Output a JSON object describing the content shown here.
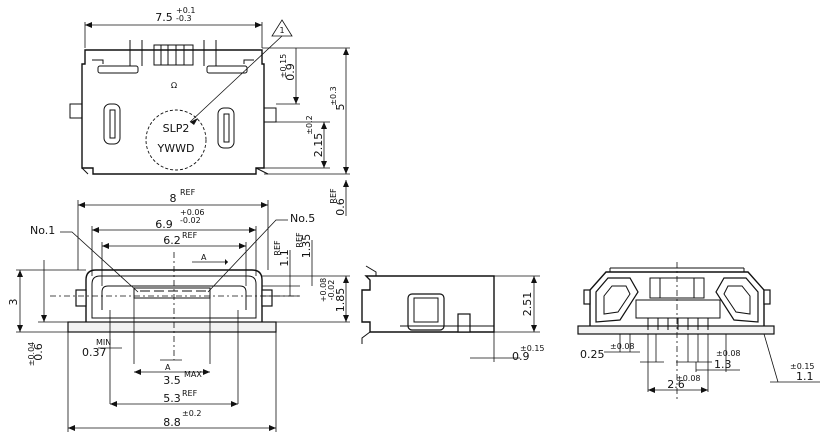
{
  "top_view": {
    "width_dim": "7.5",
    "width_tol_plus": "+0.1",
    "width_tol_minus": "-0.3",
    "note_marker": "1",
    "marking_line1": "SLP2",
    "marking_line2": "YWWD",
    "dim_0_9": "0.9",
    "dim_0_9_tol": "±0.15",
    "dim_5": "5",
    "dim_5_tol": "±0.3",
    "dim_2_15": "2.15",
    "dim_2_15_tol": "±0.2",
    "dim_0_6": "0.6",
    "dim_0_6_ref": "REF"
  },
  "front_view": {
    "dim_8": "8",
    "dim_8_ref": "REF",
    "dim_6_9": "6.9",
    "dim_6_9_tol_plus": "+0.06",
    "dim_6_9_tol_minus": "-0.02",
    "dim_6_2": "6.2",
    "dim_6_2_ref": "REF",
    "label_no1": "No.1",
    "label_no5": "No.5",
    "section_a_top": "A",
    "section_a_bottom": "A",
    "dim_1_1": "1.1",
    "dim_1_1_ref": "REF",
    "dim_1_35": "1.35",
    "dim_1_35_ref": "REF",
    "dim_1_85": "1.85",
    "dim_1_85_tol_plus": "+0.08",
    "dim_1_85_tol_minus": "-0.02",
    "dim_3": "3",
    "dim_0_6": "0.6",
    "dim_0_6_tol": "±0.04",
    "dim_0_37": "0.37",
    "dim_0_37_min": "MIN",
    "dim_3_5": "3.5",
    "dim_3_5_max": "MAX",
    "dim_5_3": "5.3",
    "dim_5_3_ref": "REF",
    "dim_8_8": "8.8",
    "dim_8_8_tol": "±0.2"
  },
  "side_view": {
    "dim_2_51": "2.51",
    "dim_0_9": "0.9",
    "dim_0_9_tol": "±0.15"
  },
  "section_view": {
    "dim_0_25": "0.25",
    "dim_0_25_tol": "±0.08",
    "dim_1_3": "1.3",
    "dim_1_3_tol": "±0.08",
    "dim_2_6": "2.6",
    "dim_2_6_tol": "±0.08",
    "dim_1_1": "1.1",
    "dim_1_1_tol": "±0.15"
  }
}
